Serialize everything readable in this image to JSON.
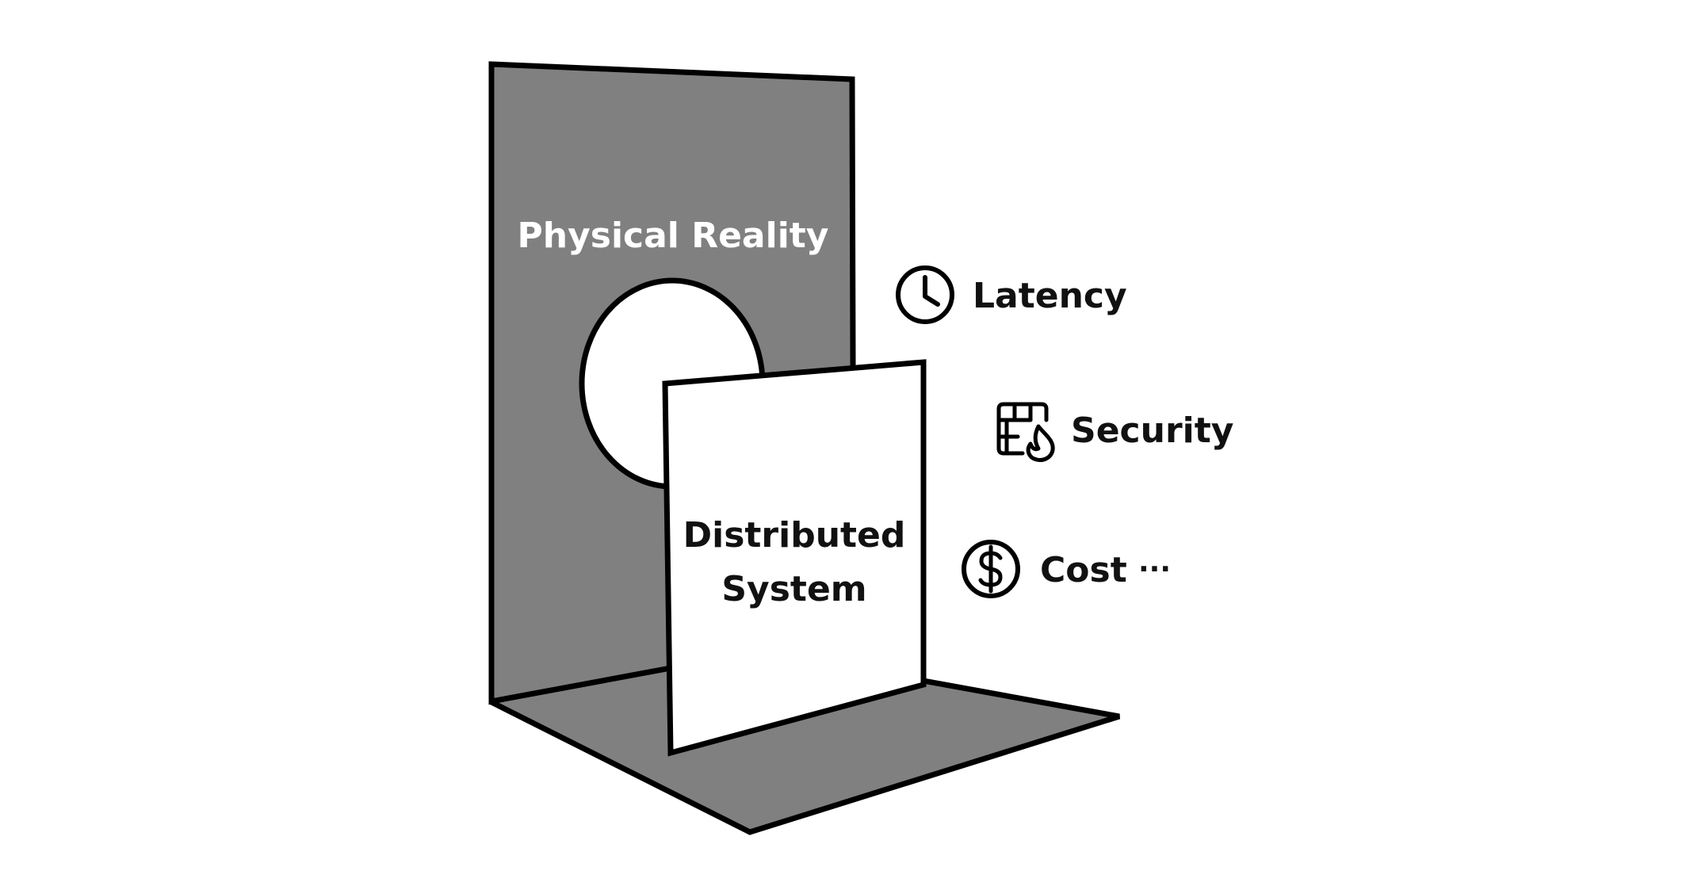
{
  "diagram": {
    "wall_label": "Physical Reality",
    "panel_label_line1": "Distributed",
    "panel_label_line2": "System",
    "factors": [
      {
        "label": "Latency",
        "icon": "clock-icon"
      },
      {
        "label": "Security",
        "icon": "firewall-icon"
      },
      {
        "label": "Cost",
        "icon": "dollar-coin-icon"
      }
    ],
    "ellipsis": "···"
  },
  "colors": {
    "wall_fill": "#808080",
    "stroke": "#000000",
    "panel_fill": "#ffffff",
    "wall_label_color": "#ffffff",
    "text_color": "#111111"
  }
}
